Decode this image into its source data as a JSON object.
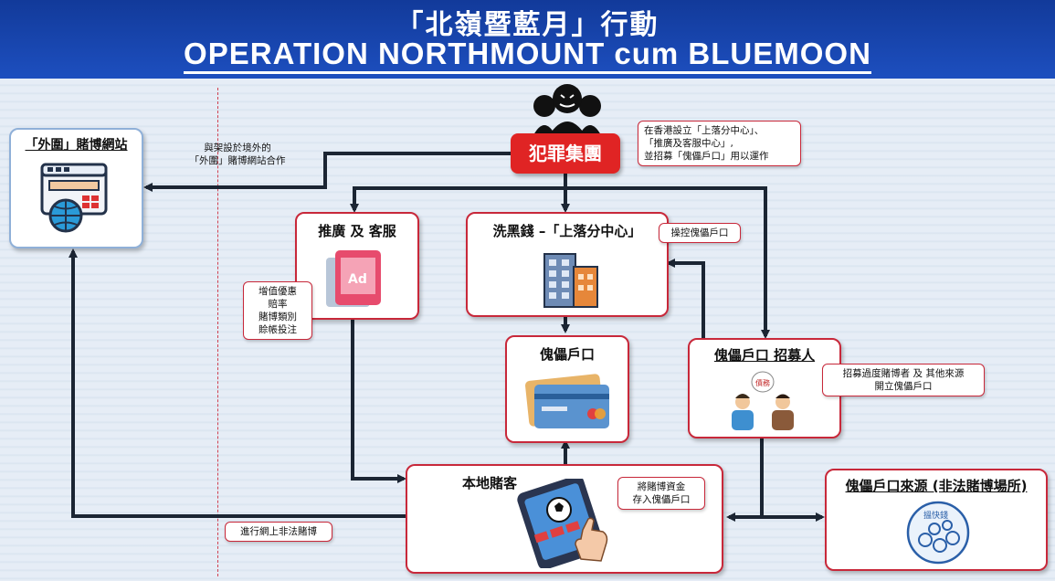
{
  "header": {
    "title_zh": "「北嶺暨藍月」行動",
    "title_en": "OPERATION NORTHMOUNT cum BLUEMOON"
  },
  "nodes": {
    "crime_group": "犯罪集團",
    "website": "「外圍」賭博網站",
    "promo": "推廣 及 客服",
    "laundering": "洗黑錢 –「上落分中心」",
    "dummy_account": "傀儡戶口",
    "recruiter": "傀儡戶口 招募人",
    "local_gambler": "本地賭客",
    "source": "傀儡戶口來源 (非法賭博場所)"
  },
  "notes": {
    "partner_l1": "與架設於境外的",
    "partner_l2": "「外圍」賭博網站合作",
    "setup_l1": "在香港設立「上落分中心」、",
    "setup_l2": "「推廣及客服中心」,",
    "setup_l3": "並招募「傀儡戶口」用以運作",
    "control": "操控傀儡戶口",
    "offers_l1": "增值優惠",
    "offers_l2": "賠率",
    "offers_l3": "賭博類別",
    "offers_l4": "賒帳投注",
    "recruit_l1": "招募過度賭博者 及 其他來源",
    "recruit_l2": "開立傀儡戶口",
    "deposit_l1": "將賭博資金",
    "deposit_l2": "存入傀儡戶口",
    "online": "進行網上非法賭博"
  },
  "icon_text": {
    "ad": "Ad",
    "debt": "債務",
    "stamp": "搵快錢"
  },
  "colors": {
    "accent_red": "#c8283a",
    "crime_red": "#e02424",
    "header_blue": "#1a47b0",
    "arrow": "#1b2533"
  }
}
